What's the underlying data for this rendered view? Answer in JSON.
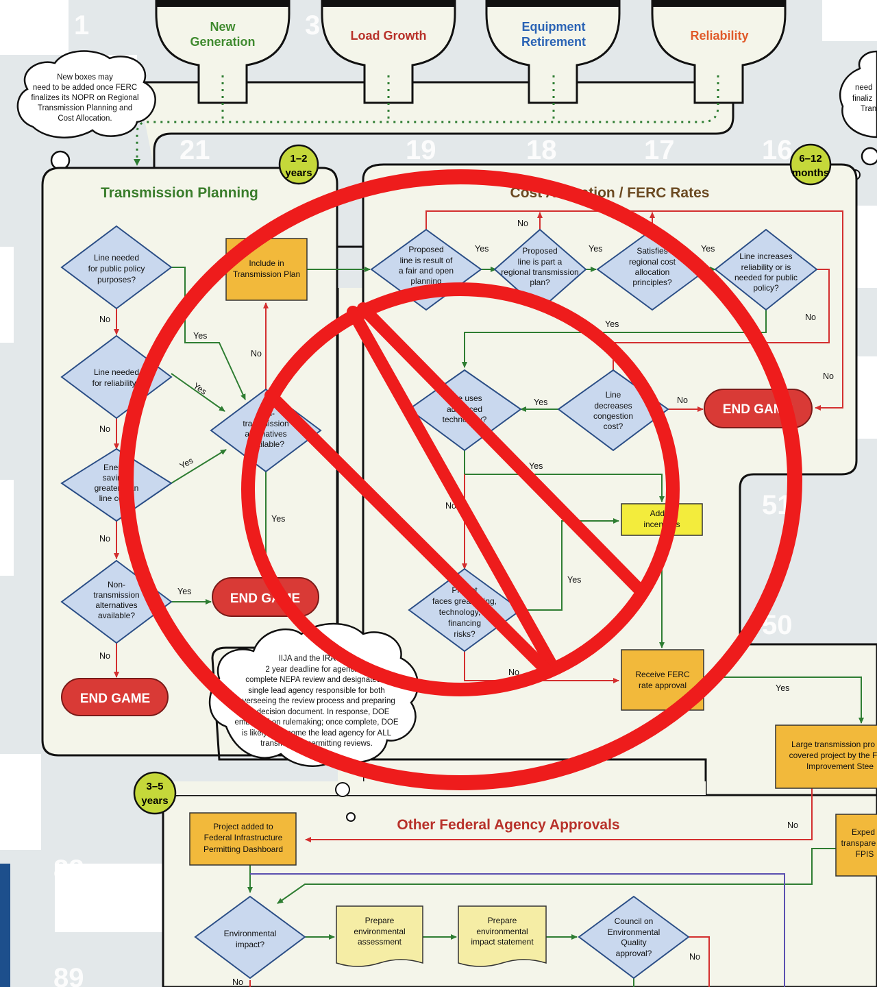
{
  "hoppers": [
    {
      "label": [
        "New",
        "Generation"
      ],
      "color": "#3f8a2f"
    },
    {
      "label": [
        "Load Growth"
      ],
      "color": "#b8322b"
    },
    {
      "label": [
        "Equipment",
        "Retirement"
      ],
      "color": "#2a63b5"
    },
    {
      "label": [
        "Reliability"
      ],
      "color": "#e05a2a"
    }
  ],
  "board_numbers": [
    "1",
    "3",
    "21",
    "19",
    "18",
    "17",
    "16",
    "51",
    "50",
    "88",
    "89"
  ],
  "clouds": {
    "top_left": [
      "New boxes may",
      "need to be added once FERC",
      "finalizes its NOPR on Regional",
      "Transmission Planning and",
      "Cost Allocation."
    ],
    "top_right": [
      "need",
      "finaliz",
      "Tran"
    ],
    "iija": [
      "IIJA and the IRA set a",
      "2 year deadline for agencies to",
      "complete NEPA review and designated a",
      "single lead agency responsible for both",
      "overseeing the review process and preparing",
      "the decision document. In response, DOE",
      "embarked on rulemaking; once complete, DOE",
      "is likely to become the lead agency for ALL",
      "transmission permitting reviews."
    ]
  },
  "badges": {
    "planning": [
      "1–2",
      "years"
    ],
    "ferc": [
      "6–12",
      "months"
    ],
    "federal": [
      "3–5",
      "years"
    ]
  },
  "sections": {
    "planning": "Transmission Planning",
    "ferc": "Cost Allocation / FERC Rates",
    "federal": "Other Federal Agency Approvals"
  },
  "nodes": {
    "policy": [
      "Line needed",
      "for public policy",
      "purposes?"
    ],
    "reliability": [
      "Line needed",
      "for reliability?"
    ],
    "energy": [
      "Energy",
      "savings",
      "greater than",
      "line cost?"
    ],
    "nontrans_left": [
      "Non-",
      "transmission",
      "alternatives",
      "available?"
    ],
    "nontrans_mid": [
      "Non-",
      "transmission",
      "alternatives",
      "available?"
    ],
    "include_plan": [
      "Include in",
      "Transmission Plan"
    ],
    "fair_open": [
      "Proposed",
      "line is result of",
      "a fair and open",
      "planning",
      "process?"
    ],
    "regional_plan": [
      "Proposed",
      "line is part a",
      "regional transmission",
      "plan?"
    ],
    "cost_alloc": [
      "Satisfies",
      "regional cost",
      "allocation",
      "principles?"
    ],
    "increases": [
      "Line increases",
      "reliability or is",
      "needed for public",
      "policy?"
    ],
    "advanced": [
      "Line uses",
      "advanced",
      "technology?"
    ],
    "congestion": [
      "Line",
      "decreases",
      "congestion",
      "cost?"
    ],
    "incentives": [
      "Added",
      "incentives"
    ],
    "risks": [
      "Project",
      "faces great siting,",
      "technology, or",
      "financing",
      "risks?"
    ],
    "ferc_approval": [
      "Receive FERC",
      "rate approval"
    ],
    "large_project": [
      "Large transmission pro",
      "covered project by the F",
      "Improvement Stee"
    ],
    "dashboard": [
      "Project added to",
      "Federal Infrastructure",
      "Permitting Dashboard"
    ],
    "expedite": [
      "Exped",
      "transpare",
      "FPIS"
    ],
    "env_impact": [
      "Environmental",
      "impact?"
    ],
    "prep_ea": [
      "Prepare",
      "environmental",
      "assessment"
    ],
    "prep_eis": [
      "Prepare",
      "environmental",
      "impact statement"
    ],
    "ceq": [
      "Council on",
      "Environmental",
      "Quality",
      "approval?"
    ]
  },
  "end_game": "END GAME",
  "flow_labels": {
    "yes": "Yes",
    "no": "No"
  },
  "colors": {
    "yes_arrow": "#2e7d32",
    "no_arrow": "#d32f2f",
    "decision_fill": "#c9d8ee",
    "decision_stroke": "#2b4e86",
    "process_fill": "#f2b93b",
    "incentive_fill": "#f3ec3c",
    "end_game": "#d93a36",
    "badge": "#c5d83a",
    "board_path": "#f4f5ea",
    "prohibition": "#ee1c1c"
  }
}
